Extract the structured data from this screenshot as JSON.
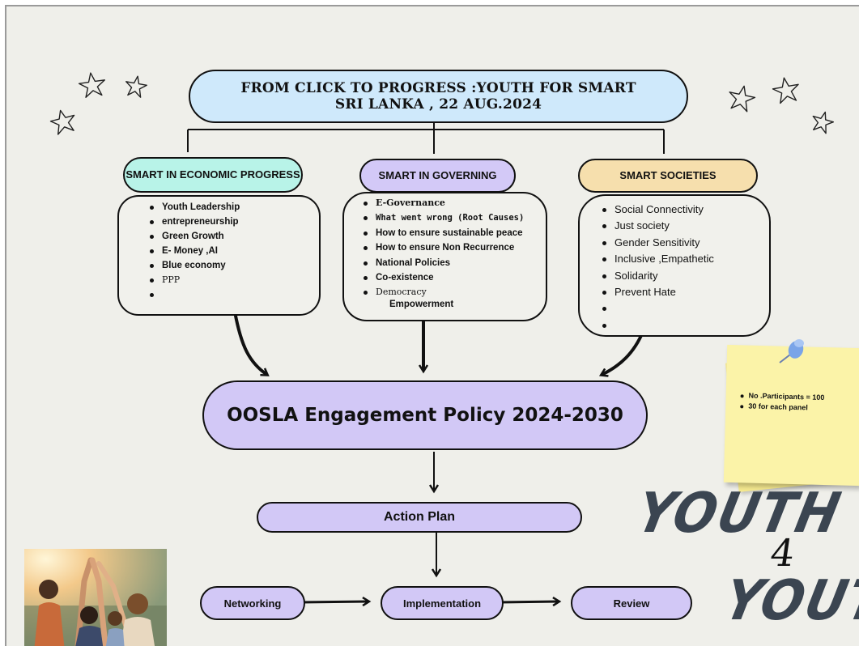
{
  "title": {
    "line1": "FROM CLICK TO PROGRESS :YOUTH FOR SMART",
    "line2": "SRI LANKA , 22 AUG.2024"
  },
  "categories": [
    {
      "label": "SMART IN ECONOMIC PROGRESS",
      "color": "#b8f3e8",
      "items": [
        "Youth Leadership",
        "entrepreneurship",
        "Green Growth",
        "E- Money ,AI",
        "Blue economy",
        "PPP",
        ""
      ]
    },
    {
      "label": "SMART IN GOVERNING",
      "color": "#d3c9f7",
      "items": [
        "E-Governance",
        "What  went wrong (Root Causes)",
        "How to ensure sustainable peace",
        "How to ensure Non Recurrence",
        "National Policies",
        "Co-existence",
        "Democracy",
        "Empowerment"
      ]
    },
    {
      "label": "SMART SOCIETIES",
      "color": "#f6dfad",
      "items": [
        "Social Connectivity",
        "Just society",
        "Gender Sensitivity",
        "Inclusive ,Empathetic",
        "Solidarity",
        "Prevent Hate",
        "",
        ""
      ]
    }
  ],
  "policy": {
    "label": "OOSLA Engagement Policy 2024-2030",
    "color": "#d2c8f6"
  },
  "action_plan": {
    "label": "Action Plan"
  },
  "steps": [
    "Networking",
    "Implementation",
    "Review"
  ],
  "note": {
    "items": [
      "No .Participants = 100",
      "30 for each panel"
    ],
    "color": "#fbf3a8"
  },
  "slogan": {
    "top": "YOUTH",
    "middle": "4",
    "bottom": "YOUTH"
  },
  "icons": {
    "stars": "star-outline-icon",
    "pin": "pushpin-icon",
    "photo": "youth-group-photo"
  }
}
